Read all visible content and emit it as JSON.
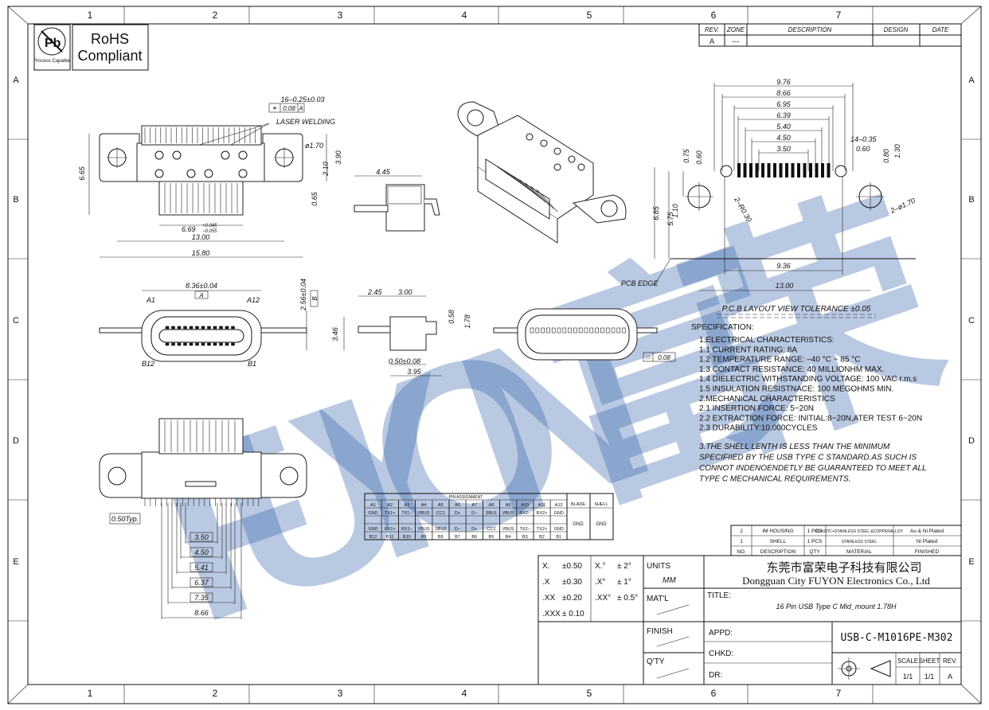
{
  "border": {
    "cols": [
      "1",
      "2",
      "3",
      "4",
      "5",
      "6",
      "7"
    ],
    "rows": [
      "A",
      "B",
      "C",
      "D",
      "E"
    ]
  },
  "logos": {
    "pb_caption": "Process Capable",
    "rohs": [
      "RoHS",
      "Compliant"
    ]
  },
  "watermark": "FUYON富荣",
  "revision_table": {
    "headers": [
      "REV.",
      "ZONE",
      "DESCRIPTION",
      "DESIGN",
      "DATE"
    ],
    "row": [
      "A",
      "---",
      "",
      "",
      ""
    ]
  },
  "top_view": {
    "tolerance_16": "16–0.25±0.03",
    "position_tol": "0.08",
    "datum_a": "A",
    "laser_welding": "LASER WELDING",
    "hole": "ø1.70",
    "dim_665": "6.65",
    "dim_210": "2.10",
    "dim_390": "3.90",
    "dim_065": "0.65",
    "dim_669": "6.69",
    "dim_669_tol_plus": "+0.045",
    "dim_669_tol_minus": "−0.055",
    "dim_1300": "13.00",
    "dim_1580": "15.80"
  },
  "side_view": {
    "dim_445": "4.45"
  },
  "pcb_layout": {
    "widths": [
      "9.76",
      "8.66",
      "6.95",
      "6.39",
      "5.40",
      "4.50",
      "3.50"
    ],
    "pitch_label": "14–0.35",
    "dim_060": "0.60",
    "dim_080": "0.80",
    "dim_130": "1.30",
    "dim_075": "0.75",
    "dim_060v": "0.60",
    "radius": "2–R0.30",
    "hole": "2–ø1.70",
    "dim_685": "6.85",
    "dim_575": "5.75",
    "dim_110": "1.10",
    "dim_936": "9.36",
    "dim_1300": "13.00",
    "pcb_edge": "PCB EDGE",
    "tolerance_title": "P.C.B LAYOUT VIEW TOLERANCE ±0.05"
  },
  "front_view": {
    "width": "8.36±0.04",
    "datum_a": "A",
    "height": "2.56±0.04",
    "datum_b": "B",
    "a1": "A1",
    "a12": "A12",
    "b12": "B12",
    "b1": "B1"
  },
  "profile_view": {
    "dim_245": "2.45",
    "dim_300": "3.00",
    "dim_346": "3.46",
    "dim_058": "0.58",
    "dim_178": "1.78",
    "dim_050": "0.50±0.08",
    "dim_395": "3.95",
    "flatness": "0.08"
  },
  "specification": {
    "title": "SPECIFICATION:",
    "lines": [
      "1.ELECTRICAL  CHARACTERISTICS:",
      "   1.1  CURRENT  RATING:  8A",
      "   1.2  TEMPERATURE  RANGE:  –40 °C ~ 85 °C",
      "   1.3  CONTACT  RESISTANCE:  40  MILLIONHM  MAX.",
      "   1.4  DIELECTRIC  WITHSTANDING  VOLTAGE:  100  VAC  r.m.s",
      "   1.5  INSULATION  RESISTNACE:  100  MEGOHMS  MIN.",
      "2.MECHANICAL  CHARACTERISTICS",
      "   2.1  INSERTION  FORCE:  5~20N",
      "   2.2  EXTRACTION  FORCE:  INITIAL:8~20N,ATER  TEST  6~20N",
      "   2.3  DURABILITY:10,000CYCLES"
    ],
    "note": [
      "3.THE  SHELL  LENTH  IS  LESS  THAN  THE  MINIMUM",
      "   SPECIFIIED  BY  THE  USB  TYPE  C  STANDARD.AS  SUCH  IS",
      "   CONNOT  INDENOENDETLY  BE  GUARANTEED  TO  MEET  ALL",
      "   TYPE  C    MECHANICAL  REQUIREMENTS."
    ]
  },
  "bottom_view": {
    "typ": "0.50Typ.",
    "dims": [
      "3.50",
      "4.50",
      "5.41",
      "6.37",
      "7.35",
      "8.66"
    ]
  },
  "pin_table": {
    "title": "PIN ASSIGNMENT",
    "row1": [
      "A1",
      "A2",
      "A3",
      "A4",
      "A5",
      "A6",
      "A7",
      "A8",
      "A9",
      "A10",
      "A11",
      "A12",
      "BLADE",
      "SHELL"
    ],
    "row2": [
      "GND",
      "TX1+",
      "TX1−",
      "VBUS",
      "CC1",
      "D+",
      "D−",
      "SBU1",
      "VBUS",
      "RX2−",
      "RX2+",
      "GND"
    ],
    "row3": [
      "GND",
      "RX1+",
      "RX1−",
      "VBUS",
      "SBU2",
      "D−",
      "D+",
      "CC2",
      "VBUS",
      "TX2−",
      "TX2+",
      "GND"
    ],
    "row4": [
      "B12",
      "B11",
      "B10",
      "B9",
      "B8",
      "B7",
      "B6",
      "B5",
      "B4",
      "B3",
      "B2",
      "B1"
    ],
    "blade": "GND",
    "shell": "GND"
  },
  "bom": {
    "rows": [
      [
        "2",
        "IM HOUSING",
        "1 PCS",
        "PLASTIC+STAINLESS STEEL &COPPERALLOY",
        "Au & Ni Plated"
      ],
      [
        "1",
        "SHELL",
        "1 PCS",
        "STAINLESS STEEL",
        "Ni Plated"
      ]
    ],
    "headers": [
      "NO.",
      "DESCRIPTION",
      "QTY",
      "MATERIAL",
      "FINISHED"
    ]
  },
  "title_block": {
    "tolerances": [
      [
        "X.",
        "±0.50",
        "X.°",
        "± 2°"
      ],
      [
        ".X",
        "±0.30",
        ".X°",
        "± 1°"
      ],
      [
        ".XX",
        "±0.20",
        ".XX°",
        "± 0.5°"
      ],
      [
        ".XXX",
        "± 0.10",
        "",
        ""
      ]
    ],
    "units": "UNITS",
    "units_value": "MM",
    "material": "MAT'L",
    "finish": "FINISH",
    "qty": "Q'TY",
    "company_cn": "东莞市富荣电子科技有限公司",
    "company_en": "Dongguan City FUYON Electronics Co., Ltd",
    "title_label": "TITLE:",
    "title": "16 Pin USB Type C Mid_mount 1.78H",
    "appd": "APPD:",
    "chkd": "CHKD:",
    "dr": "DR:",
    "part_number": "USB-C-M1016PE-M302",
    "scale_label": "SCALE",
    "sheet_label": "SHEET",
    "rev_label": "REV.",
    "scale": "1/1",
    "sheet": "1/1",
    "rev": "A"
  }
}
